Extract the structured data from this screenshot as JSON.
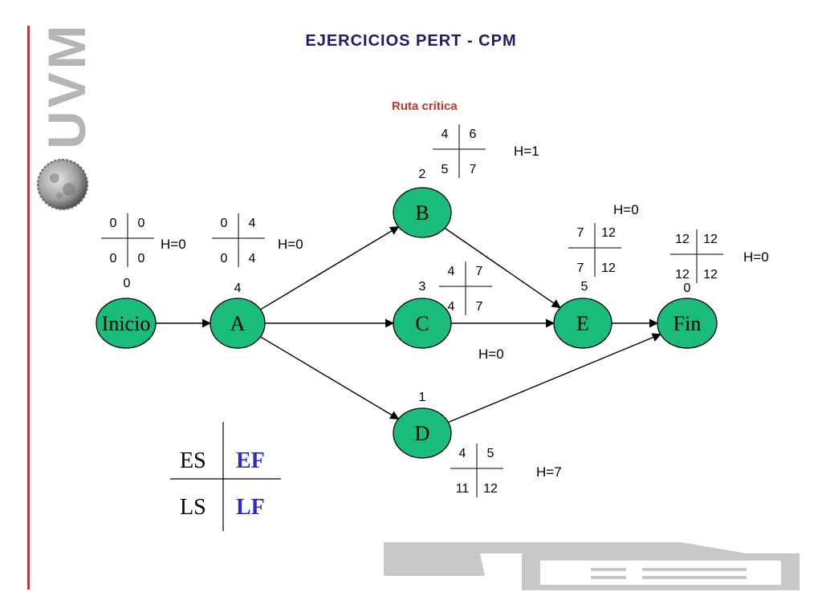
{
  "title": "EJERCICIOS PERT - CPM",
  "subtitle": "Ruta crítica",
  "logo": {
    "text": "UVM",
    "icon": "moon-globe-icon"
  },
  "nodes": [
    {
      "id": "Inicio",
      "duration": "0",
      "es": "0",
      "ef": "0",
      "ls": "0",
      "lf": "0",
      "slack": "H=0"
    },
    {
      "id": "A",
      "duration": "4",
      "es": "0",
      "ef": "4",
      "ls": "0",
      "lf": "4",
      "slack": "H=0"
    },
    {
      "id": "B",
      "duration": "2",
      "es": "4",
      "ef": "6",
      "ls": "5",
      "lf": "7",
      "slack": "H=1"
    },
    {
      "id": "C",
      "duration": "3",
      "es": "4",
      "ef": "7",
      "ls": "4",
      "lf": "7",
      "slack": "H=0"
    },
    {
      "id": "D",
      "duration": "1",
      "es": "4",
      "ef": "5",
      "ls": "11",
      "lf": "12",
      "slack": "H=7"
    },
    {
      "id": "E",
      "duration": "5",
      "es": "7",
      "ef": "12",
      "ls": "7",
      "lf": "12",
      "slack": "H=0"
    },
    {
      "id": "Fin",
      "duration": "0",
      "es": "12",
      "ef": "12",
      "ls": "12",
      "lf": "12",
      "slack": "H=0"
    }
  ],
  "edges": [
    [
      "Inicio",
      "A"
    ],
    [
      "A",
      "B"
    ],
    [
      "A",
      "C"
    ],
    [
      "A",
      "D"
    ],
    [
      "B",
      "E"
    ],
    [
      "C",
      "E"
    ],
    [
      "E",
      "Fin"
    ],
    [
      "D",
      "Fin"
    ]
  ],
  "legend": {
    "es": "ES",
    "ef": "EF",
    "ls": "LS",
    "lf": "LF"
  },
  "colors": {
    "node_fill": "#1abc7c",
    "title": "#1a1a6e",
    "subtitle": "#c0392b",
    "legend_accent": "#2c2cc8",
    "logo_line": "#c0392b",
    "logo_text": "#b5b5b5"
  }
}
